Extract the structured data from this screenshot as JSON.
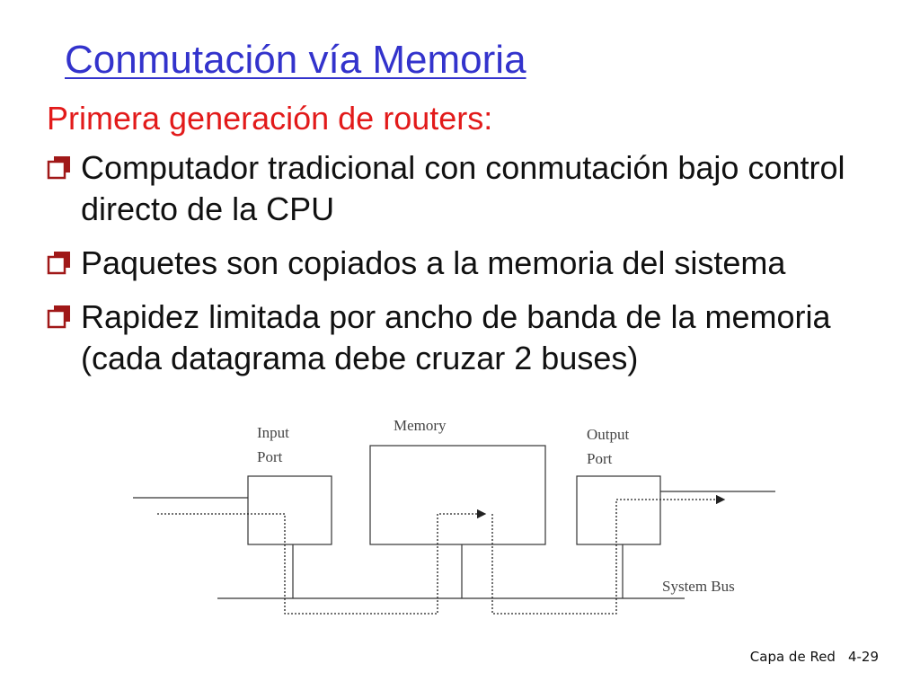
{
  "slide": {
    "title": "Conmutación vía Memoria",
    "subtitle": "Primera generación de routers:",
    "bullets": [
      {
        "text": " Computador tradicional con conmutación bajo control directo de la CPU"
      },
      {
        "text": " Paquetes son copiados a la memoria del sistema"
      },
      {
        "text": " Rapidez limitada por ancho de banda de la memoria (cada datagrama debe cruzar 2 buses)"
      }
    ],
    "bullet_icon": "checkbox-square-icon"
  },
  "diagram": {
    "input_port_line1": "Input",
    "input_port_line2": "Port",
    "memory_label": "Memory",
    "output_port_line1": "Output",
    "output_port_line2": "Port",
    "system_bus_label": "System Bus"
  },
  "footer": {
    "section": "Capa de Red",
    "page": "4-29"
  },
  "colors": {
    "title": "#3333cc",
    "subtitle": "#e21a1a",
    "bullet_icon": "#a01818",
    "text": "#111111"
  }
}
